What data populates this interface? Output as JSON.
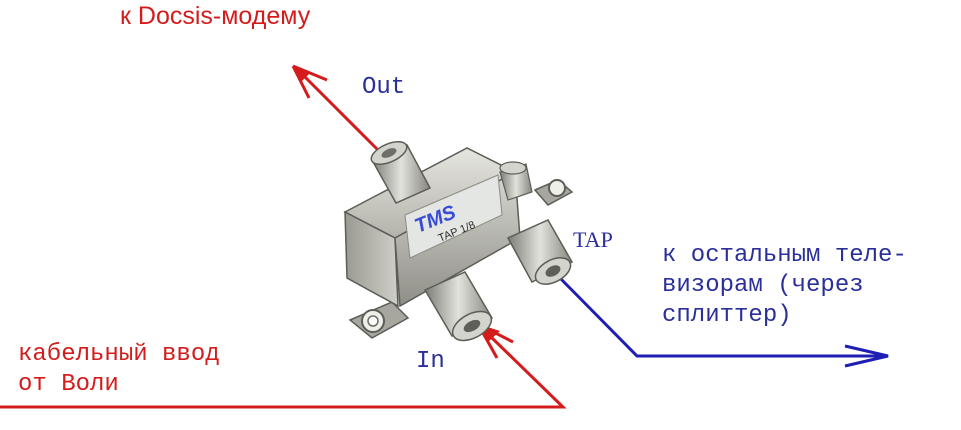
{
  "labels": {
    "to_modem": "к Docsis-модему",
    "out": "Out",
    "tap": "TAP",
    "in": "In",
    "to_tvs": [
      "к остальным теле-",
      "визорам (через",
      "сплиттер)"
    ],
    "cable_input": [
      "кабельный ввод",
      "от Воли"
    ]
  },
  "device": {
    "brand": "TMS",
    "model": "TAP 1/8"
  },
  "colors": {
    "red_line": "#d41c1c",
    "blue_line": "#1e1eb4",
    "metal": "#b9b9b2"
  }
}
